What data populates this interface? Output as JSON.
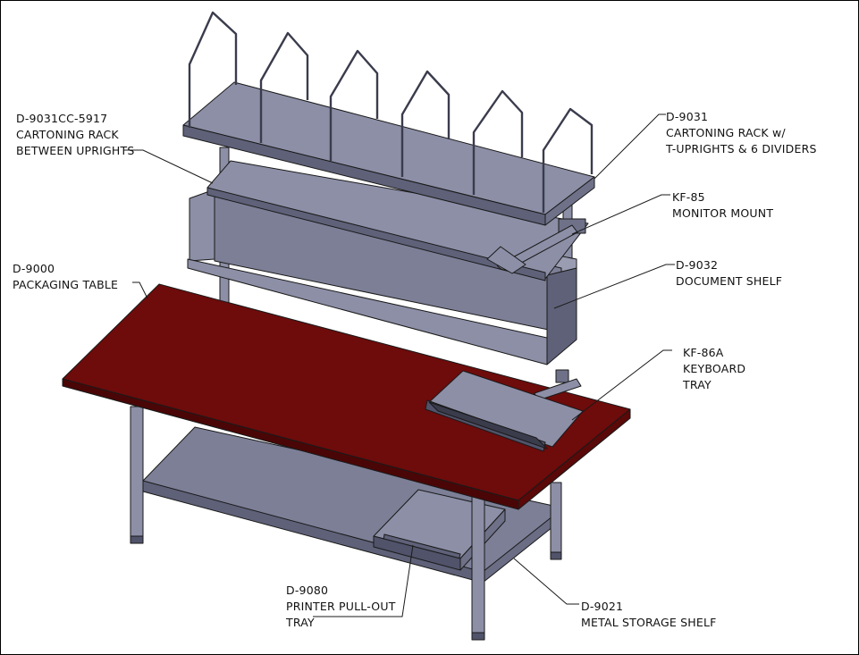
{
  "callouts": {
    "cartoning_rack_between": {
      "code": "D-9031CC-5917",
      "line1": "CARTONING RACK",
      "line2": "BETWEEN UPRIGHTS"
    },
    "cartoning_rack": {
      "code": "D-9031",
      "line1": "CARTONING RACK w/",
      "line2": "T-UPRIGHTS & 6 DIVIDERS"
    },
    "monitor_mount": {
      "code": "KF-85",
      "line1": "MONITOR MOUNT"
    },
    "packaging_table": {
      "code": "D-9000",
      "line1": "PACKAGING TABLE"
    },
    "document_shelf": {
      "code": "D-9032",
      "line1": "DOCUMENT SHELF"
    },
    "keyboard_tray": {
      "code": "KF-86A",
      "line1": "KEYBOARD",
      "line2": "TRAY"
    },
    "printer_tray": {
      "code": "D-9080",
      "line1": "PRINTER PULL-OUT",
      "line2": "TRAY"
    },
    "storage_shelf": {
      "code": "D-9021",
      "line1": "METAL STORAGE SHELF"
    }
  },
  "colors": {
    "tabletop": "#6e0b0b",
    "tabletop_edge": "#4a0606",
    "steel_light": "#8c8fa6",
    "steel_mid": "#6e7188",
    "steel_dark": "#50536a",
    "outline": "#1a1a1a"
  }
}
